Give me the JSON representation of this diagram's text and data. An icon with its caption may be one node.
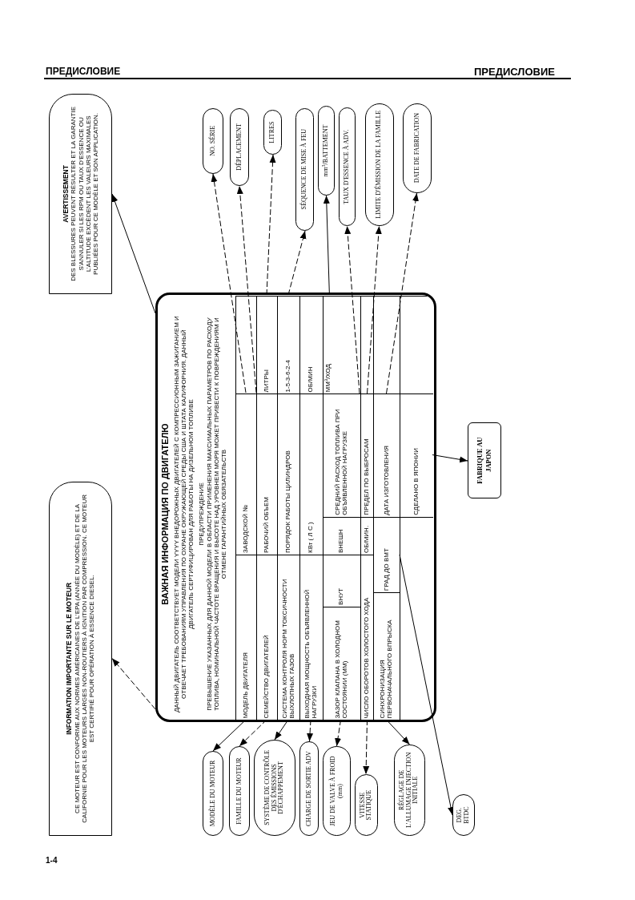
{
  "diagram": {
    "nodes": [
      {
        "text": [
          "AVERTISSEMENT",
          "DES BLESSURES PEUVENT RÉSULTER ET LA GARANTIE S'ANNULER SI LES RPM OU TAUX D'ESSENCE OU L'ALTITUDE EXCÈDENT LES VALEURS MAXIMALES PUBLIÉES POUR CE MODÈLE ET SON APPLICATION."
        ]
      },
      {
        "text": [
          "INFORMATION IMPORTANTE SUR LE MOTEUR",
          "CE MOTEUR EST CONFORME AUX NORMES AMÉRICAINES DE L'EPA (ANNÉE DU MODÈLE) ET DE LA CALIFORNIE POUR LES MOTEURS LARGES NON-ROUTIERS À IGNITION PAR COMPRESSION. CE MOTEUR EST CERTIFIÉ POUR OPÉRATION À ESSENCE DIESEL."
        ]
      },
      {
        "text": [
          "ВАЖНАЯ ИНФОРМАЦИЯ ПО ДВИГАТЕЛЮ",
          "ДАННЫЙ ДВИГАТЕЛЬ СООТВЕТСТВУЕТ МОДЕЛИ YYYY ВНЕДОРОЖНЫХ ДВИГАТЕЛЕЙ С КОМПРЕССИОННЫМ ЗАЖИГАНИЕМ И ОТВЕЧАЕТ ТРЕБОВАНИЯМ УПРАВЛЕНИЯ ПО ОХРАНЕ ОКРУЖАЮЩЕЙ СРЕДЫ США И ШТАТА КАЛИФОРНИЯ. ДАННЫЙ ДВИГАТЕЛЬ СЕРТИФИЦИРОВАН ДЛЯ РАБОТЫ НА ДИЗЕЛЬНОМ ТОПЛИВЕ",
          "ПРЕДУПРЕЖДЕНИЕ",
          "ПРЕВЫШЕНИЕ УКАЗАННЫХ ДЛЯ ДАННОЙ МОДЕЛИ В ОБЛАСТИ ПРИМЕНЕНИЯ МАКСИМАЛЬНЫХ ПАРАМЕТРОВ ПО РАСХОДУ ТОПЛИВА, НОМИНАЛЬНОЙ ЧАСТОТЕ ВРАЩЕНИЯ И ВЫСОТЕ НАД УРОВНЕМ МОРЯ МОЖЕТ ПРИВЕСТИ К ПОВРЕЖДЕНИЯМ И ОТМЕНЕ ГАРАНТИЙНЫХ ОБЯЗАТЕЛЬСТВ"
        ]
      },
      {
        "text": [
          "МОДЕЛЬ ДВИГАТЕЛЯ"
        ],
        "in": 2
      },
      {
        "text": [
          "ЗАВОДСКОЙ №"
        ],
        "in": 2
      },
      {
        "text": [
          "СЕМЕЙСТВО ДВИГАТЕЛЕЙ"
        ],
        "in": 2
      },
      {
        "text": [
          "РАБОЧИЙ ОБЪЕМ"
        ],
        "in": 2
      },
      {
        "text": [
          "ЛИТРЫ"
        ],
        "in": 2
      },
      {
        "text": [
          "СИСТЕМА КОНТРОЛЯ НОРМ ТОКСИЧНОСТИ ВЫХЛОПНЫХ ГАЗОВ"
        ],
        "in": 2
      },
      {
        "text": [
          "ПОРЯДОК РАБОТЫ ЦИЛИНДРОВ"
        ],
        "in": 2
      },
      {
        "text": [
          "1-5-3-6-2-4"
        ],
        "in": 2
      },
      {
        "text": [
          "ВЫХОДНАЯ МОЩНОСТЬ ОБЪЯВЛЕННОЙ НАГРУЗКИ"
        ],
        "in": 2
      },
      {
        "text": [
          "КВт ( Л С )"
        ],
        "in": 2
      },
      {
        "text": [
          "ОБ/МИН"
        ],
        "in": 2
      },
      {
        "text": [
          "ЗАЗОР КЛАПАНА В ХОЛОДНОМ СОСТОЯНИИ (ММ)"
        ],
        "in": 2
      },
      {
        "text": [
          "ВНУТ"
        ],
        "in": 2
      },
      {
        "text": [
          "ВНЕШН"
        ],
        "in": 2
      },
      {
        "text": [
          "СРЕДНИЙ РАСХОД ТОПЛИВА ПРИ ОБЪЯВЛЕННОЙ НАГРУЗКЕ"
        ],
        "in": 2
      },
      {
        "text": [
          "ММ$^{3}$/ХОД"
        ],
        "in": 2
      },
      {
        "text": [
          "ЧИСЛО ОБОРОТОВ ХОЛОСТОГО ХОДА"
        ],
        "in": 2
      },
      {
        "text": [
          "ОБ/МИН."
        ],
        "in": 2
      },
      {
        "text": [
          "ПРЕДЕЛ ПО ВЫБРОСАМ"
        ],
        "in": 2
      },
      {
        "text": [
          "СИНХРОНИЗАЦИЯ ПЕРВОНАЧАЛЬНОГО ВПРЫСКА"
        ],
        "in": 2
      },
      {
        "text": [
          "ГРАД ДО ВМТ"
        ],
        "in": 2
      },
      {
        "text": [
          "ДАТА ИЗГОТОВЛЕНИЯ"
        ],
        "in": 2
      },
      {
        "text": [
          "СДЕЛАНО В ЯПОНИИ"
        ],
        "in": 2
      },
      {
        "text": [
          "NO. SÉRIE"
        ]
      },
      {
        "text": [
          "DÉPLACEMENT"
        ]
      },
      {
        "text": [
          "LITRES"
        ]
      },
      {
        "text": [
          "SÉQUENCE DE MISE À FEU"
        ]
      },
      {
        "text": [
          "mm$^{3}$/BATTEMENT"
        ]
      },
      {
        "text": [
          "TAUX D'ESSENCE À ADV."
        ]
      },
      {
        "text": [
          "LIMITE D'ÉMISSION DE LA FAMILLE"
        ]
      },
      {
        "text": [
          "DATE DE FABRICATION"
        ]
      },
      {
        "text": [
          "FABRIQUE AU JAPON"
        ]
      },
      {
        "text": [
          "MODÈLE DU MOTEUR"
        ]
      },
      {
        "text": [
          "FAMILLE DU MOTEUR"
        ]
      },
      {
        "text": [
          "SYSTÈME DE CONTRÔLE DES ÉMISSIONS D'ÉCHAPPEMENT"
        ]
      },
      {
        "text": [
          "CHARGE DE SORTIE ADV"
        ]
      },
      {
        "text": [
          "JEU DE VALVE À FROID (mm)"
        ]
      },
      {
        "text": [
          "VITESSE STATIQUE"
        ]
      },
      {
        "text": [
          "RÉGLAGE DE L'ALLUMAGE INJECTION INITIALE"
        ]
      },
      {
        "text": [
          "DEG. BTDC"
        ]
      }
    ],
    "edges": [
      {
        "from": 4,
        "to": 26,
        "arrow": "to",
        "style": "dashed"
      },
      {
        "from": 6,
        "to": 27,
        "arrow": "to",
        "style": "dashed"
      },
      {
        "from": 7,
        "to": 28,
        "arrow": "to",
        "style": "dashed"
      },
      {
        "from": 10,
        "to": 29,
        "arrow": "to",
        "style": "dashed"
      },
      {
        "from": 18,
        "to": 30,
        "arrow": "to"
      },
      {
        "from": 17,
        "to": 31,
        "arrow": "to",
        "style": "dashed"
      },
      {
        "from": 21,
        "to": 32,
        "arrow": "to",
        "style": "dashed"
      },
      {
        "from": 24,
        "to": 33,
        "arrow": "to",
        "style": "dashed"
      },
      {
        "from": 2,
        "to": 0,
        "arrow": "to"
      },
      {
        "from": 2,
        "to": 1,
        "arrow": "to",
        "style": "dashed"
      },
      {
        "from": 25,
        "to": 34,
        "arrow": "to"
      },
      {
        "from": 3,
        "to": 35,
        "arrow": "to"
      },
      {
        "from": 5,
        "to": 36,
        "arrow": "to",
        "style": "dashed"
      },
      {
        "from": 8,
        "to": 37,
        "arrow": "to"
      },
      {
        "from": 11,
        "to": 38,
        "arrow": "to",
        "style": "dashed"
      },
      {
        "from": 14,
        "to": 39,
        "arrow": "to",
        "style": "dashed"
      },
      {
        "from": 19,
        "to": 40,
        "arrow": "to",
        "style": "dashed"
      },
      {
        "from": 22,
        "to": 41,
        "arrow": "to"
      },
      {
        "from": 23,
        "to": 42,
        "arrow": "to"
      }
    ],
    "labels": [
      "ПРЕДИСЛОВИЕ",
      "ПРЕДИСЛОВИЕ",
      "1-4"
    ]
  }
}
